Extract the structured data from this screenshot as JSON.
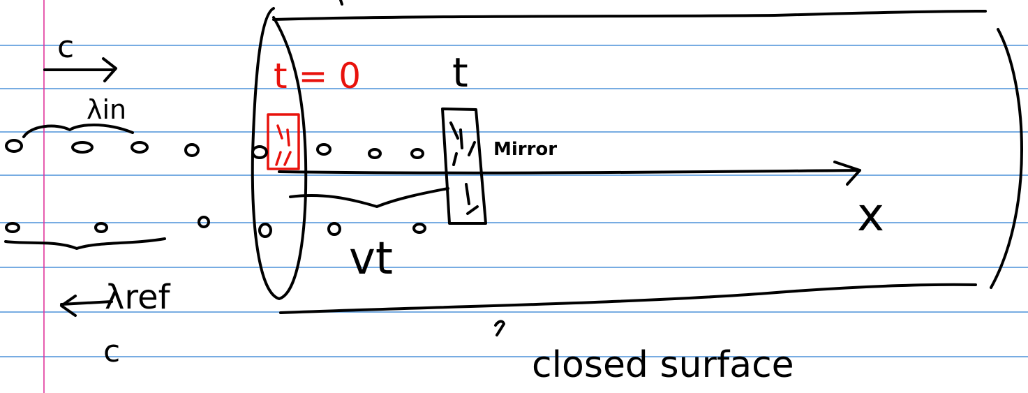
{
  "diagram": {
    "labels": {
      "c_incoming": "c",
      "lambda_in": "λin",
      "t_zero": "t = 0",
      "t": "t",
      "mirror": "Mirror",
      "x_axis": "x",
      "vt": "vt",
      "lambda_ref": "λref",
      "c_reflected": "c",
      "closed_surface": "closed surface"
    },
    "colors": {
      "ink": "#000000",
      "red_ink": "#e8120c",
      "rule_lines": "#4a90d9",
      "margin_line": "#e0339a"
    }
  }
}
